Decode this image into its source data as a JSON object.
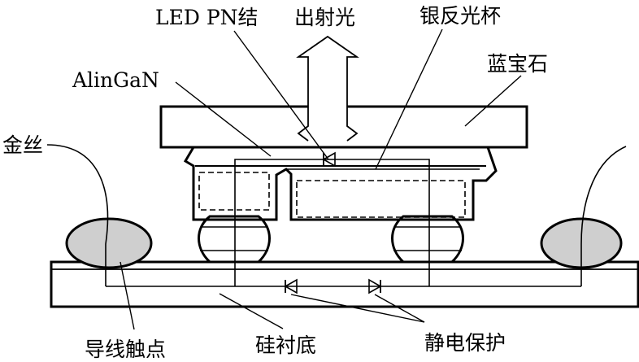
{
  "labels": {
    "led_pn": "LED PN结",
    "light_out": "出射光",
    "silver_cup": "银反光杯",
    "algainn": "AlinGaN",
    "sapphire": "蓝宝石",
    "gold_wire": "金丝",
    "wire_contact": "导线触点",
    "silicon_substrate": "硅衬底",
    "esd_protection": "静电保护"
  },
  "colors": {
    "stroke": "#000000",
    "ball_fill": "#cfcfcf",
    "background": "#ffffff"
  },
  "icons": {
    "diode": "diode-symbol-icon",
    "arrow": "light-output-arrow-icon"
  }
}
